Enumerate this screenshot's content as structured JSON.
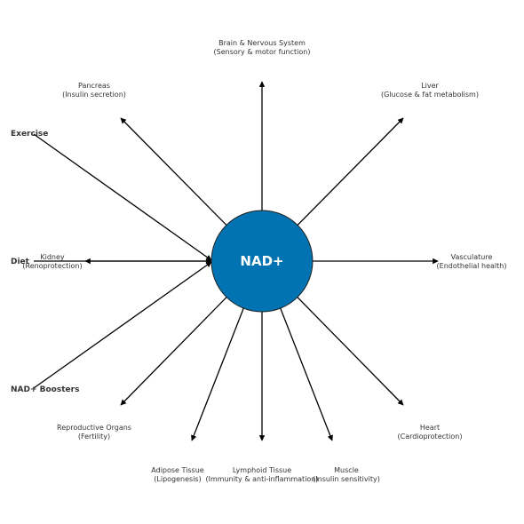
{
  "center": {
    "label": "NAD+",
    "fill": "#0173b2",
    "stroke": "#222222"
  },
  "colors": {
    "arrow": "#000000",
    "text": "#333333"
  },
  "inputs": [
    {
      "label": "Exercise"
    },
    {
      "label": "Diet"
    },
    {
      "label": "NAD+ Boosters"
    }
  ],
  "organs": [
    {
      "name": "Brain & Nervous System",
      "desc": "(Sensory & motor function)"
    },
    {
      "name": "Liver",
      "desc": "(Glucose & fat metabolism)"
    },
    {
      "name": "Pancreas",
      "desc": "(Insulin secretion)"
    },
    {
      "name": "Kidney",
      "desc": "(Renoprotection)"
    },
    {
      "name": "Vasculature",
      "desc": "(Endothelial health)"
    },
    {
      "name": "Reproductive Organs",
      "desc": "(Fertility)"
    },
    {
      "name": "Heart",
      "desc": "(Cardioprotection)"
    },
    {
      "name": "Adipose Tissue",
      "desc": "(Lipogenesis)"
    },
    {
      "name": "Lymphoid Tissue",
      "desc": "(Immunity & anti-inflammation)"
    },
    {
      "name": "Muscle",
      "desc": "(Insulin sensitivity)"
    }
  ]
}
